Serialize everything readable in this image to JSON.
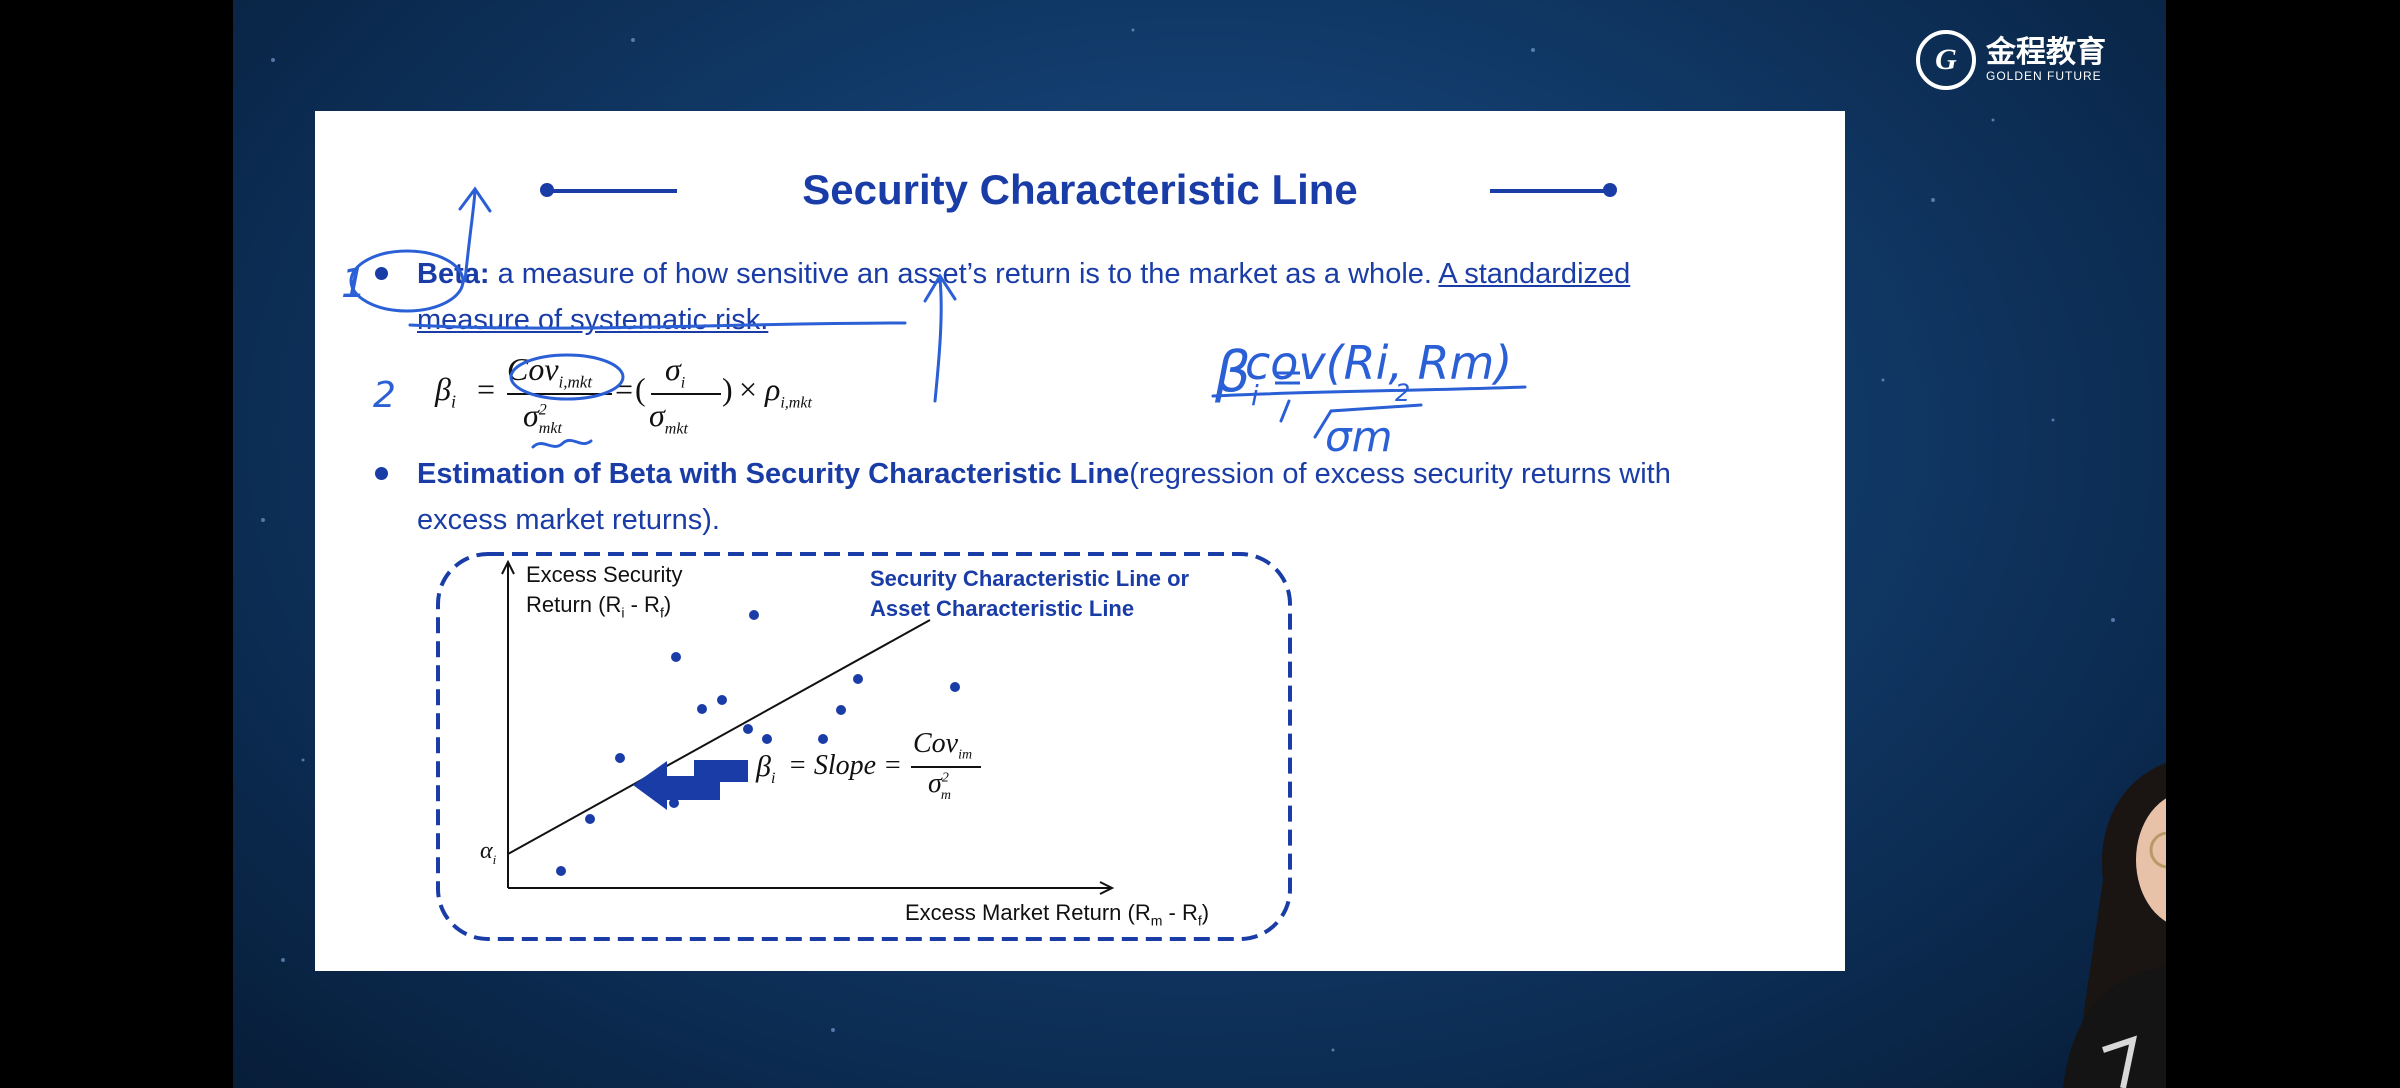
{
  "logo": {
    "cn": "金程教育",
    "en": "GOLDEN FUTURE",
    "mark": "G"
  },
  "slide": {
    "title": "Security Characteristic Line",
    "beta": {
      "term": "Beta:",
      "text": " a measure of how sensitive an asset’s return is to the market as a whole. ",
      "underlined": "A standardized measure of systematic risk."
    },
    "estimation": {
      "term": "Estimation of Beta with Security Characteristic Line",
      "text": "(regression of excess security returns with excess market returns)."
    },
    "formula": {
      "beta": "β",
      "sub_i": "i",
      "cov": "Cov",
      "sub_imkt": "i,mkt",
      "sigma": "σ",
      "sub_mkt": "mkt",
      "sq": "2",
      "eq": "=",
      "times": "×",
      "rho": "ρ"
    },
    "chart": {
      "ylabel_line1": "Excess Security",
      "ylabel_line2": "Return (R",
      "ylabel_sub_i": "i",
      "ylabel_mid": " - R",
      "ylabel_sub_f": "f",
      "ylabel_end": ")",
      "xlabel": "Excess Market Return (R",
      "xlabel_sub_m": "m",
      "xlabel_mid": " - R",
      "xlabel_sub_f": "f",
      "xlabel_end": ")",
      "line_label_1": "Security Characteristic Line or",
      "line_label_2": "Asset Characteristic Line",
      "alpha": "α",
      "alpha_sub": "i",
      "slope_text": "= Slope =",
      "slope_cov": "Cov",
      "slope_cov_sub": "im",
      "slope_sigma_sub": "m"
    }
  },
  "handwriting": {
    "num1": "1",
    "num2": "2",
    "beta_i": "β",
    "beta_sub": "i",
    "numerator": "cov(Ri, Rm)",
    "denominator": "σm",
    "sq": "2"
  },
  "colors": {
    "slide_blue": "#1a3ca7",
    "annotation_blue": "#2a5fd6",
    "bg": "#123c6c"
  }
}
